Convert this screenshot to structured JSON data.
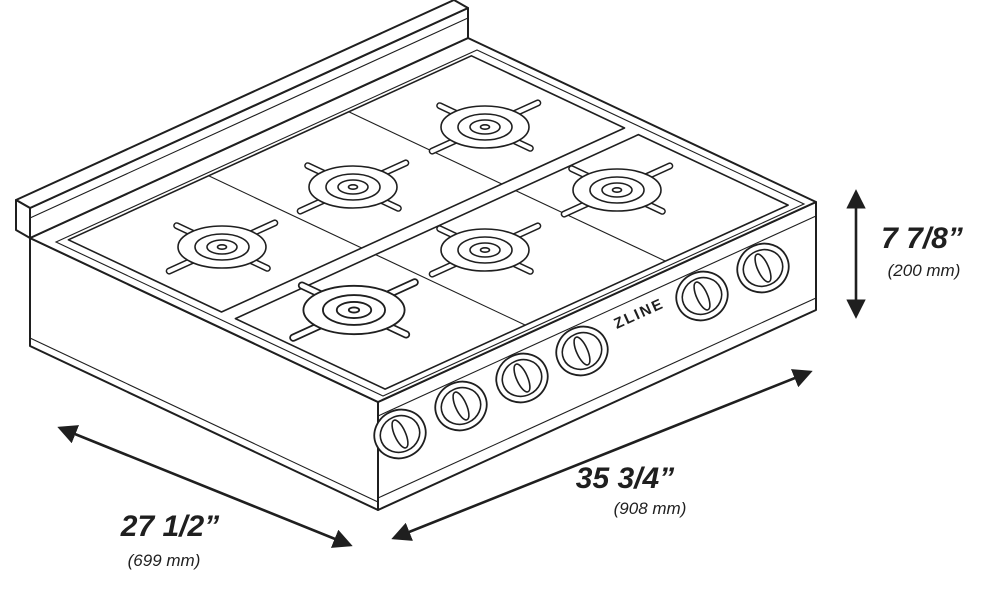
{
  "brand": {
    "logo_text": "ZLINE"
  },
  "dimensions": {
    "height": {
      "imperial": "7 7/8”",
      "metric": "(200 mm)"
    },
    "width": {
      "imperial": "35 3/4”",
      "metric": "(908 mm)"
    },
    "depth": {
      "imperial": "27 1/2”",
      "metric": "(699 mm)"
    }
  },
  "icons": {
    "height_arrow": "double-headed-vertical-arrow",
    "width_arrow": "double-headed-diagonal-arrow",
    "depth_arrow": "double-headed-diagonal-arrow"
  },
  "colors": {
    "line": "#1f1f1f",
    "background": "#ffffff"
  }
}
